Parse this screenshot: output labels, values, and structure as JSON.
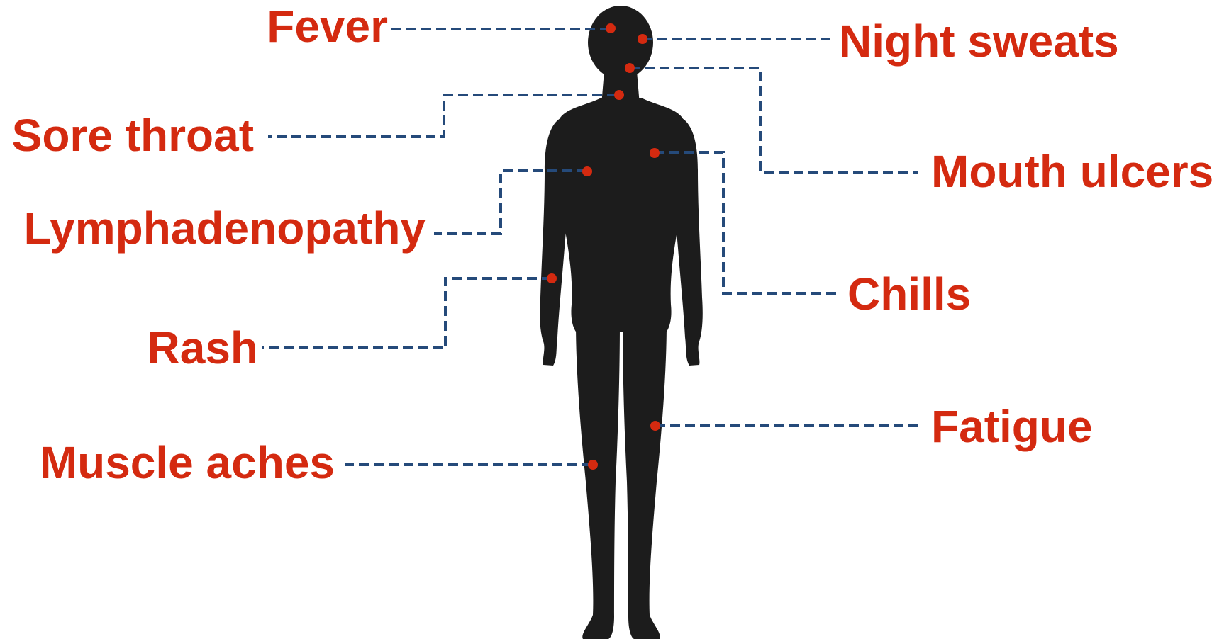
{
  "colors": {
    "label": "#d42a10",
    "leader": "#254a7a",
    "marker": "#d42a10",
    "silhouette": "#1c1c1c"
  },
  "symptoms": {
    "fever": "Fever",
    "night_sweats": "Night sweats",
    "sore_throat": "Sore throat",
    "mouth_ulcers": "Mouth ulcers",
    "lymphadenopathy": "Lymphadenopathy",
    "chills": "Chills",
    "rash": "Rash",
    "fatigue": "Fatigue",
    "muscle_aches": "Muscle aches"
  }
}
